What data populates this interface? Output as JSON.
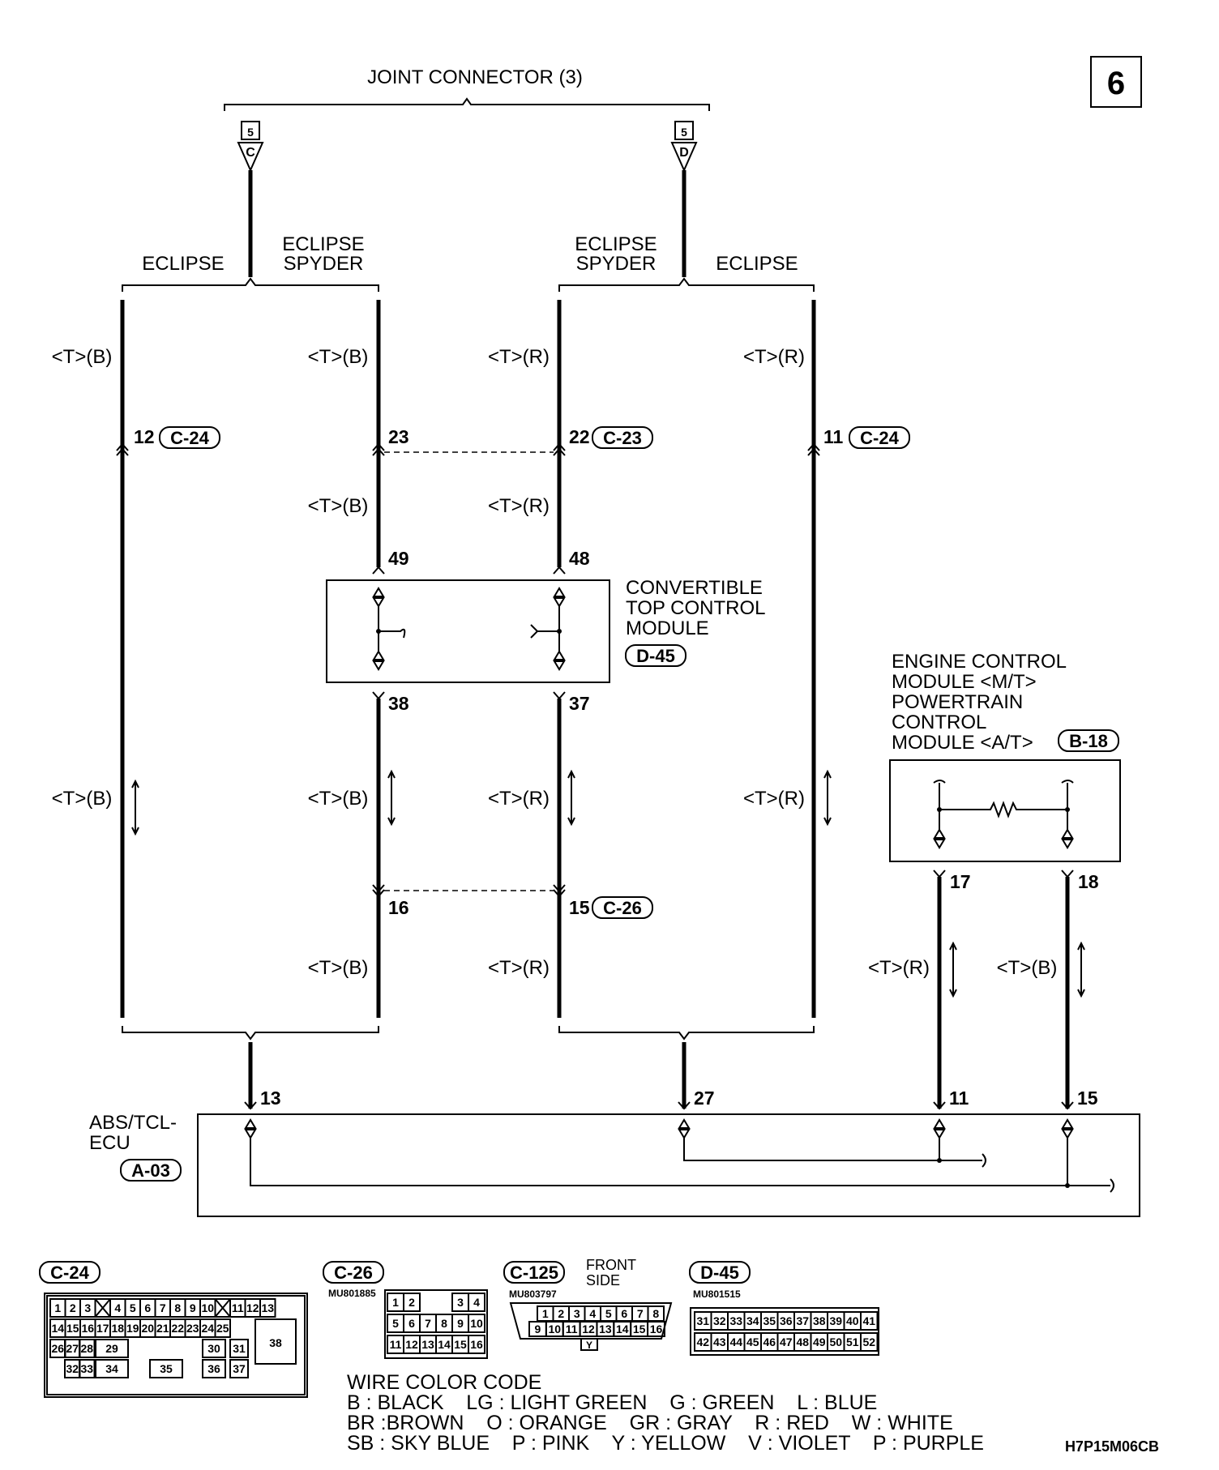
{
  "page_number": "6",
  "joint_connector": {
    "title": "JOINT CONNECTOR (3)",
    "left_pin": "5",
    "left_letter": "C",
    "right_pin": "5",
    "right_letter": "D"
  },
  "variants": {
    "eclipse": "ECLIPSE",
    "eclipse_spyder_line1": "ECLIPSE",
    "eclipse_spyder_line2": "SPYDER"
  },
  "wire_labels": {
    "tb": "<T>(B)",
    "tr": "<T>(R)"
  },
  "pins": {
    "p12": "12",
    "p23": "23",
    "p22": "22",
    "p11": "11",
    "p49": "49",
    "p48": "48",
    "p38": "38",
    "p37": "37",
    "p16": "16",
    "p15": "15",
    "p17": "17",
    "p18": "18",
    "p13": "13",
    "p27": "27",
    "p11b": "11",
    "p15b": "15"
  },
  "connectors": {
    "c24": "C-24",
    "c23": "C-23",
    "c26": "C-26",
    "d45": "D-45",
    "b18": "B-18",
    "a03": "A-03",
    "c125": "C-125"
  },
  "convertible_module": {
    "line1": "CONVERTIBLE",
    "line2": "TOP CONTROL",
    "line3": "MODULE"
  },
  "engine_module": {
    "line1": "ENGINE CONTROL",
    "line2": "MODULE <M/T>",
    "line3": "POWERTRAIN",
    "line4": "CONTROL",
    "line5": "MODULE <A/T>"
  },
  "abs_ecu": {
    "line1": "ABS/TCL-",
    "line2": "ECU"
  },
  "connector_diagrams": {
    "c26_code": "MU801885",
    "c125_code": "MU803797",
    "c125_side": {
      "line1": "FRONT",
      "line2": "SIDE"
    },
    "d45_code": "MU801515",
    "c125_key": "Y",
    "c24_big_cell": "38"
  },
  "wire_color_code": {
    "title": "WIRE COLOR CODE",
    "line1": "B : BLACK    LG : LIGHT GREEN    G : GREEN    L : BLUE",
    "line2": "BR :BROWN    O : ORANGE    GR : GRAY    R : RED    W : WHITE",
    "line3": "SB : SKY BLUE    P : PINK    Y : YELLOW    V : VIOLET    P : PURPLE"
  },
  "figure_code": "H7P15M06CB"
}
